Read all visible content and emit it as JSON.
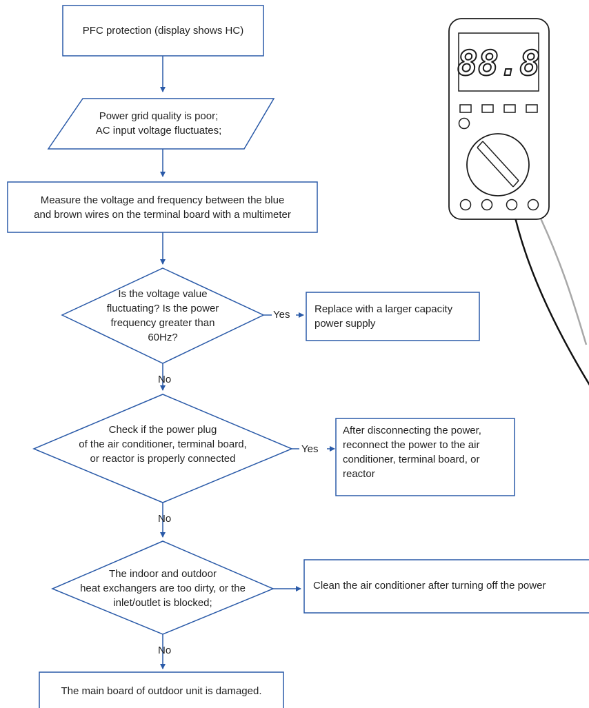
{
  "flowchart": {
    "start": "PFC protection (display shows HC)",
    "cause": [
      "Power grid quality is poor;",
      "AC input voltage fluctuates;"
    ],
    "measure": [
      "Measure the voltage and frequency between the blue",
      "and brown wires on the terminal board with a multimeter"
    ],
    "decision1": [
      "Is the voltage value",
      "fluctuating? Is the power",
      "frequency greater than",
      "60Hz?"
    ],
    "decision1_yes_label": "Yes",
    "decision1_yes_action": [
      "Replace with a larger capacity",
      "power supply"
    ],
    "decision1_no_label": "No",
    "decision2": [
      "Check if the power plug",
      "of the air conditioner, terminal board,",
      "or reactor is properly connected"
    ],
    "decision2_yes_label": "Yes",
    "decision2_yes_action": [
      "After disconnecting the power,",
      "reconnect the power to the air",
      "conditioner, terminal board, or",
      "reactor"
    ],
    "decision2_no_label": "No",
    "decision3": [
      "The indoor and outdoor",
      "heat exchangers are too dirty, or the",
      "inlet/outlet is blocked;"
    ],
    "decision3_yes_action": "Clean the air conditioner after turning off the power",
    "decision3_no_label": "No",
    "end": "The main board of outdoor unit is damaged."
  },
  "multimeter": {
    "display": "88.8"
  },
  "colors": {
    "box_border": "#2a5aa8",
    "arrow": "#2a5aa8",
    "meter_outline": "#1a1a1a",
    "lead_black": "#111111",
    "lead_gray": "#a8a8a8"
  }
}
